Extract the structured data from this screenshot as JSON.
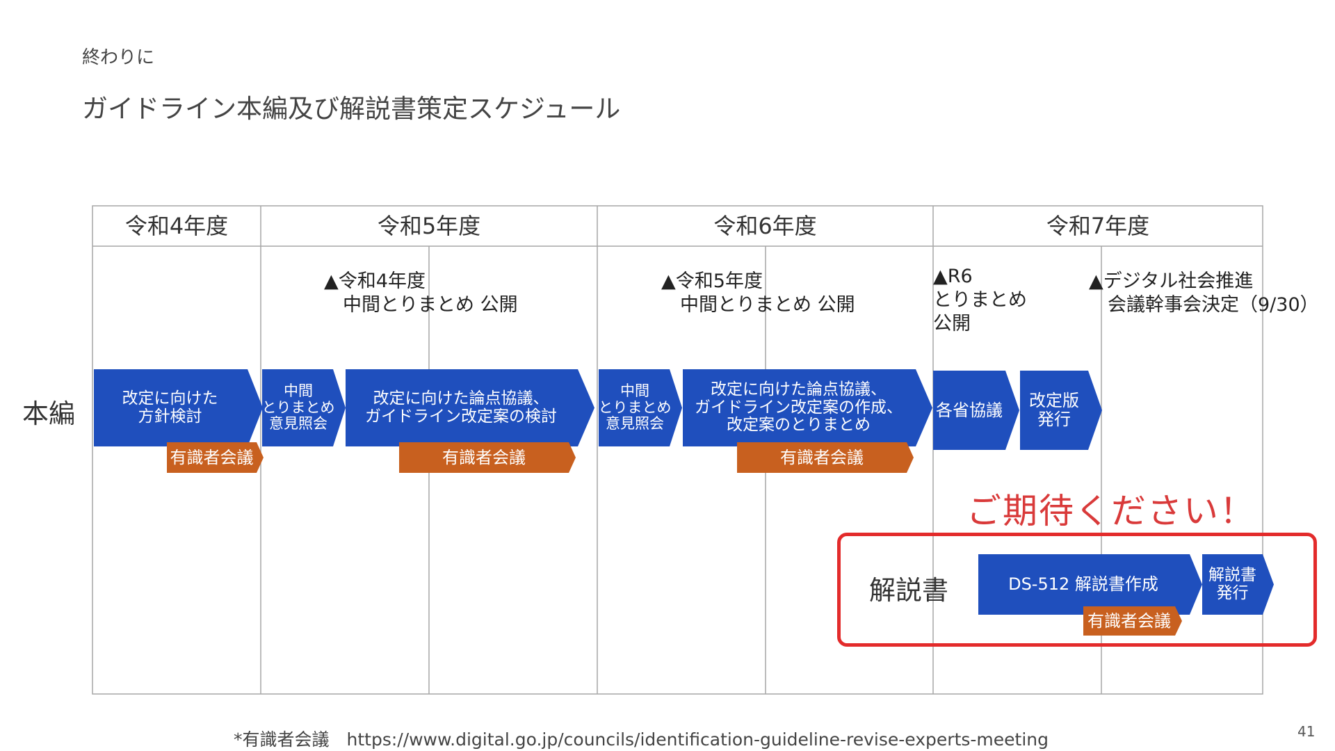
{
  "slide": {
    "section": "終わりに",
    "title": "ガイドライン本編及び解説書策定スケジュール",
    "page_number": "41",
    "footnote": "*有識者会議　https://www.digital.go.jp/councils/identification-guideline-revise-experts-meeting"
  },
  "timeline": {
    "years": [
      "令和4年度",
      "令和5年度",
      "令和6年度",
      "令和7年度"
    ],
    "rows": [
      "本編",
      "解説書"
    ],
    "milestones": [
      {
        "lines": [
          "▲令和4年度",
          "　中間とりまとめ 公開"
        ]
      },
      {
        "lines": [
          "▲令和5年度",
          "　中間とりまとめ 公開"
        ]
      },
      {
        "lines": [
          "▲R6",
          "とりまとめ",
          "公開"
        ]
      },
      {
        "lines": [
          "▲デジタル社会推進",
          "　会議幹事会決定（9/30）"
        ]
      }
    ],
    "honpen_tasks": [
      {
        "lines": [
          "改定に向けた",
          "方針検討"
        ]
      },
      {
        "lines": [
          "中間",
          "とりまとめ",
          "意見照会"
        ]
      },
      {
        "lines": [
          "改定に向けた論点協議、",
          "ガイドライン改定案の検討"
        ]
      },
      {
        "lines": [
          "中間",
          "とりまとめ",
          "意見照会"
        ]
      },
      {
        "lines": [
          "改定に向けた論点協議、",
          "ガイドライン改定案の作成、",
          "改定案のとりまとめ"
        ]
      },
      {
        "lines": [
          "各省協議"
        ]
      },
      {
        "lines": [
          "改定版",
          "発行"
        ]
      }
    ],
    "experts_meeting_label": "有識者会議",
    "kaisetsu_tasks": [
      {
        "lines": [
          "DS-512 解説書作成"
        ]
      },
      {
        "lines": [
          "解説書",
          "発行"
        ]
      }
    ],
    "callout": "ご期待ください！"
  },
  "colors": {
    "task_blue": "#1f4fbd",
    "meeting_orange": "#c8601f",
    "highlight_red": "#e32b2b",
    "callout_red": "#d93a3a",
    "grid": "#a6a6a6"
  }
}
